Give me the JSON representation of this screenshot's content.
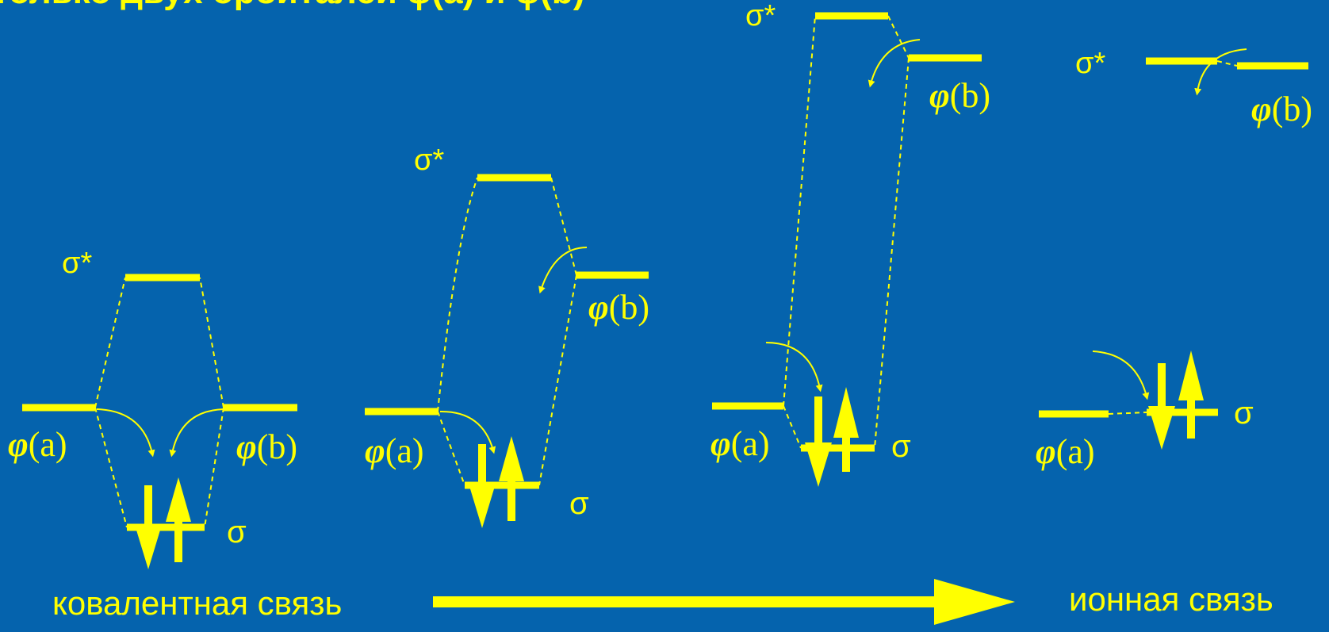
{
  "header": {
    "text": "только двух орбиталей φ(a) и φ(b)"
  },
  "colors": {
    "background": "#0563ad",
    "accent": "#ffff00"
  },
  "stages": [
    {
      "sigma_star_label": "σ*",
      "phi_a_symbol": "φ",
      "phi_a_rest": "(a)",
      "phi_b_symbol": "φ",
      "phi_b_rest": "(b)",
      "sigma_label": "σ"
    },
    {
      "sigma_star_label": "σ*",
      "phi_a_symbol": "φ",
      "phi_a_rest": "(a)",
      "phi_b_symbol": "φ",
      "phi_b_rest": "(b)",
      "sigma_label": "σ"
    },
    {
      "sigma_star_label": "σ*",
      "phi_a_symbol": "φ",
      "phi_a_rest": "(a)",
      "phi_b_symbol": "φ",
      "phi_b_rest": "(b)",
      "sigma_label": "σ"
    },
    {
      "sigma_star_label": "σ*",
      "phi_a_symbol": "φ",
      "phi_a_rest": "(a)",
      "phi_b_symbol": "φ",
      "phi_b_rest": "(b)",
      "sigma_label": "σ"
    }
  ],
  "footer": {
    "covalent_label": "ковалентная связь",
    "ionic_label": "ионная связь"
  }
}
